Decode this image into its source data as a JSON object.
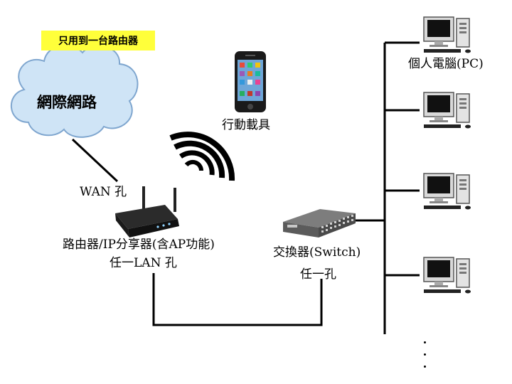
{
  "banner": "只用到一台路由器",
  "cloud": {
    "label": "網際網路"
  },
  "phone": {
    "label": "行動載具"
  },
  "router": {
    "wan_label": "WAN 孔",
    "name": "路由器/IP分享器(含AP功能)",
    "lan_label": "任一LAN 孔"
  },
  "switch": {
    "name": "交換器(Switch)",
    "port_label": "任一孔"
  },
  "pcs": {
    "label": "個人電腦(PC)",
    "count": 4
  },
  "colors": {
    "cloud_fill": "#cfe4f6",
    "cloud_stroke": "#7fa6cf",
    "banner_bg": "#ffff3a"
  }
}
